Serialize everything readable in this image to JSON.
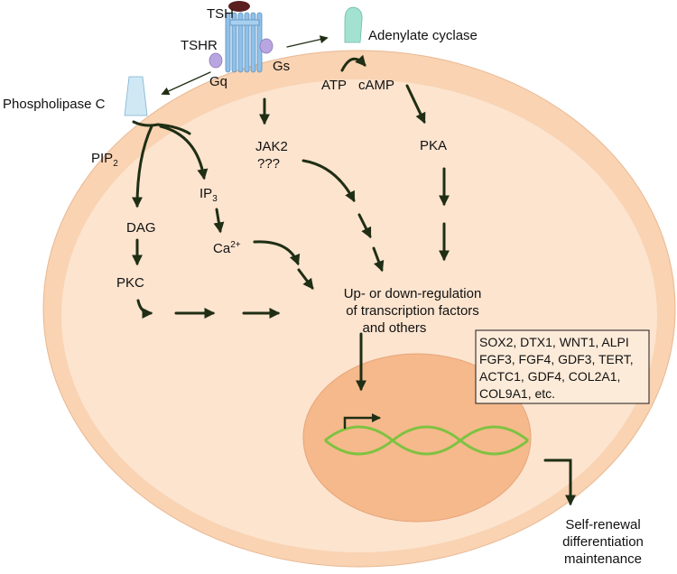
{
  "colors": {
    "cell_fill": "#fce4cf",
    "cell_outer": "#f9d3b2",
    "nucleus_fill": "#f5b98c",
    "arrow": "#1f2e14",
    "receptor": "#8fc1ea",
    "g_protein": "#b9a6e0",
    "adenylate": "#a3e2d1",
    "plc": "#cfe8f4",
    "dna": "#7fc241"
  },
  "labels": {
    "tsh": "TSH",
    "tshr": "TSHR",
    "gq": "Gq",
    "gs": "Gs",
    "adenylate_cyclase": "Adenylate cyclase",
    "atp": "ATP",
    "camp": "cAMP",
    "phospholipase_c": "Phospholipase C",
    "pip": "PIP",
    "pip_sub": "2",
    "jak2": "JAK2",
    "jak2_unknown": "???",
    "pka": "PKA",
    "ip": "IP",
    "ip_sub": "3",
    "dag": "DAG",
    "ca": "Ca",
    "ca_sup": "2+",
    "pkc": "PKC",
    "regulation": [
      "Up- or down-regulation",
      "of transcription factors",
      "and others"
    ],
    "genes": [
      "SOX2, DTX1, WNT1, ALPI",
      "FGF3, FGF4, GDF3, TERT,",
      "ACTC1, GDF4, COL2A1,",
      "COL9A1, etc."
    ],
    "outcome": [
      "Self-renewal",
      "differentiation",
      "maintenance"
    ]
  }
}
